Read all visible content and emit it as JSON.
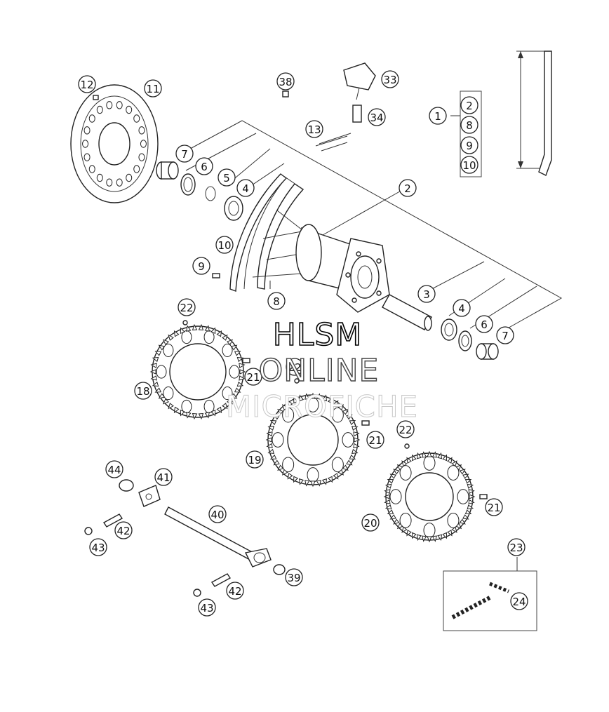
{
  "watermark": {
    "line1": "HLSM",
    "line2": "ONLINE",
    "line3": "MICROFICHE"
  },
  "callouts": [
    {
      "id": "c1",
      "label": "1"
    },
    {
      "id": "c2a",
      "label": "2"
    },
    {
      "id": "c8a",
      "label": "8"
    },
    {
      "id": "c9a",
      "label": "9"
    },
    {
      "id": "c10a",
      "label": "10"
    },
    {
      "id": "c2",
      "label": "2"
    },
    {
      "id": "c3",
      "label": "3"
    },
    {
      "id": "c4a",
      "label": "4"
    },
    {
      "id": "c4b",
      "label": "4"
    },
    {
      "id": "c5",
      "label": "5"
    },
    {
      "id": "c6a",
      "label": "6"
    },
    {
      "id": "c6b",
      "label": "6"
    },
    {
      "id": "c7a",
      "label": "7"
    },
    {
      "id": "c7b",
      "label": "7"
    },
    {
      "id": "c8",
      "label": "8"
    },
    {
      "id": "c9",
      "label": "9"
    },
    {
      "id": "c10",
      "label": "10"
    },
    {
      "id": "c11",
      "label": "11"
    },
    {
      "id": "c12",
      "label": "12"
    },
    {
      "id": "c13",
      "label": "13"
    },
    {
      "id": "c18",
      "label": "18"
    },
    {
      "id": "c19",
      "label": "19"
    },
    {
      "id": "c20",
      "label": "20"
    },
    {
      "id": "c21a",
      "label": "21"
    },
    {
      "id": "c21b",
      "label": "21"
    },
    {
      "id": "c21c",
      "label": "21"
    },
    {
      "id": "c22a",
      "label": "22"
    },
    {
      "id": "c22b",
      "label": "22"
    },
    {
      "id": "c22c",
      "label": "22"
    },
    {
      "id": "c23",
      "label": "23"
    },
    {
      "id": "c24",
      "label": "24"
    },
    {
      "id": "c33",
      "label": "33"
    },
    {
      "id": "c34",
      "label": "34"
    },
    {
      "id": "c38",
      "label": "38"
    },
    {
      "id": "c39",
      "label": "39"
    },
    {
      "id": "c40",
      "label": "40"
    },
    {
      "id": "c41",
      "label": "41"
    },
    {
      "id": "c42a",
      "label": "42"
    },
    {
      "id": "c42b",
      "label": "42"
    },
    {
      "id": "c43a",
      "label": "43"
    },
    {
      "id": "c43b",
      "label": "43"
    },
    {
      "id": "c44",
      "label": "44"
    }
  ]
}
